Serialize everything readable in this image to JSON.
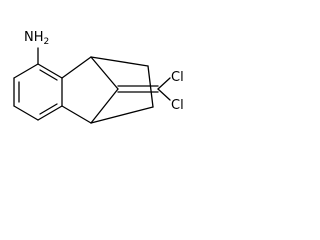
{
  "molecule": {
    "atoms": {
      "amine": "NH2",
      "chlorine_upper": "Cl",
      "chlorine_lower": "Cl"
    }
  },
  "colors": {
    "bond": "#000000",
    "background": "#ffffff"
  }
}
